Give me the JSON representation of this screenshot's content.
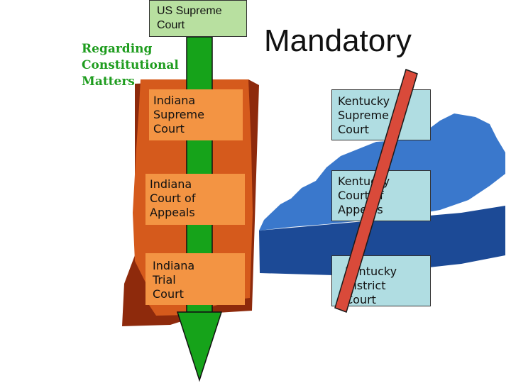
{
  "us_court": {
    "lines": [
      "US Supreme",
      "Court"
    ]
  },
  "regarding": {
    "lines": [
      "Regarding",
      "Constitutional",
      "Matters"
    ]
  },
  "mandatory": "Mandatory",
  "indiana_courts": [
    {
      "lines": [
        "Indiana",
        "Supreme",
        "Court"
      ]
    },
    {
      "lines": [
        "Indiana",
        "Court of",
        "Appeals"
      ]
    },
    {
      "lines": [
        "Indiana",
        "Trial",
        "Court"
      ]
    }
  ],
  "kentucky_courts": [
    {
      "lines": [
        "Kentucky",
        "Supreme",
        "Court"
      ]
    },
    {
      "lines": [
        "Kentucky",
        "Court of",
        "Appeals"
      ]
    },
    {
      "lines": [
        "Kentucky",
        "District",
        "Court"
      ]
    }
  ],
  "colors": {
    "indiana_map": "#d55a1c",
    "indiana_shadow": "#8e2a0c",
    "kentucky_map": "#3a78cc",
    "kentucky_edge": "#1c4a96",
    "arrow": "#16a31a",
    "indiana_box": "#f39443",
    "kentucky_box": "#b0dde2",
    "us_box": "#b8e0a0",
    "strike_bar": "#d94a3a",
    "regarding_text": "#1e9c1e"
  }
}
